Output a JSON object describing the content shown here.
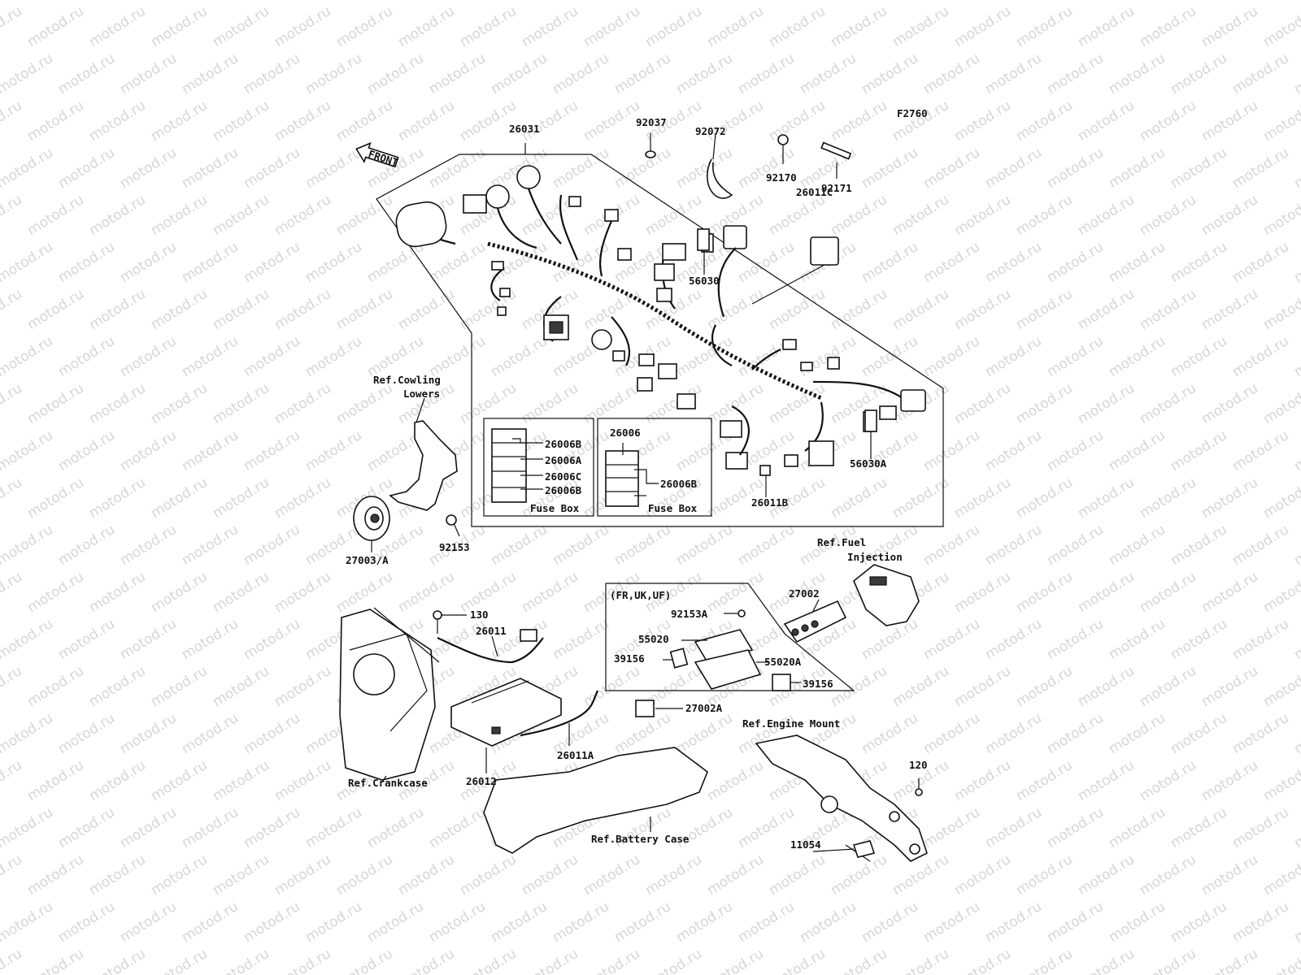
{
  "watermark": {
    "text": "motod.ru"
  },
  "figure_code": "F2760",
  "front_arrow": "FRONT",
  "labels": {
    "p26031": "26031",
    "p92037": "92037",
    "p92072": "92072",
    "p92170": "92170",
    "p92171": "92171",
    "p26011C": "26011C",
    "p56030": "56030",
    "p56030A": "56030A",
    "p26011B": "26011B",
    "ref_cowling_1": "Ref.Cowling",
    "ref_cowling_2": "Lowers",
    "p27003A": "27003/A",
    "p92153": "92153",
    "fb1_a": "26006B",
    "fb1_b": "26006A",
    "fb1_c": "26006C",
    "fb1_d": "26006B",
    "fb1_title": "Fuse Box",
    "fb2_a": "26006",
    "fb2_b": "26006B",
    "fb2_title": "Fuse Box",
    "ref_fuel_1": "Ref.Fuel",
    "ref_fuel_2": "Injection",
    "p27002": "27002",
    "region": "(FR,UK,UF)",
    "p92153A": "92153A",
    "p55020": "55020",
    "p39156a": "39156",
    "p55020A": "55020A",
    "p39156b": "39156",
    "p130": "130",
    "p26011": "26011",
    "p27002A": "27002A",
    "p26011A": "26011A",
    "ref_crankcase": "Ref.Crankcase",
    "p26012": "26012",
    "ref_battery": "Ref.Battery Case",
    "ref_engine": "Ref.Engine Mount",
    "p120": "120",
    "p11054": "11054"
  }
}
